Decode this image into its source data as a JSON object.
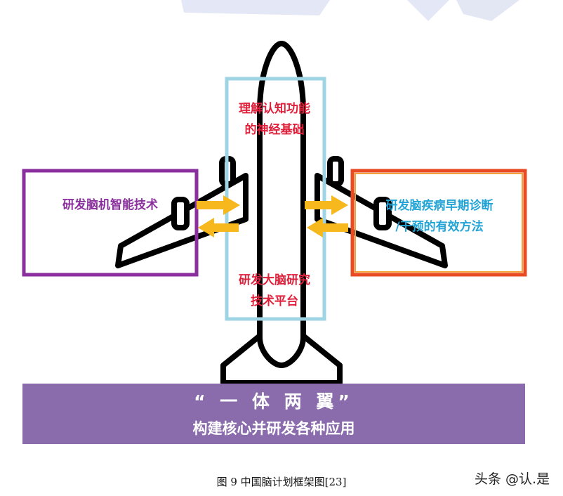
{
  "diagram": {
    "center_top_lines": [
      "理解认知功能",
      "的神经基础"
    ],
    "center_bottom_lines": [
      "研发大脑研究",
      "技术平台"
    ],
    "left_wing_label": "研发脑机智能技术",
    "right_wing_lines": [
      "研发脑疾病早期诊断",
      "/干预的有效方法"
    ],
    "banner_title": "“ 一 体 两 翼”",
    "banner_subtitle": "构建核心并研发各种应用"
  },
  "caption": "图 9 中国脑计划框架图[23]",
  "watermark": "头条 @认.是",
  "colors": {
    "center_box": "#9fd4e4",
    "left_box": "#8b2f9e",
    "right_box_outer": "#e84b24",
    "right_box_inner": "#f2a13a",
    "arrow": "#f6b81c",
    "banner": "#8a6bac",
    "red_text": "#e0203a",
    "blue_text": "#22a4d6"
  }
}
